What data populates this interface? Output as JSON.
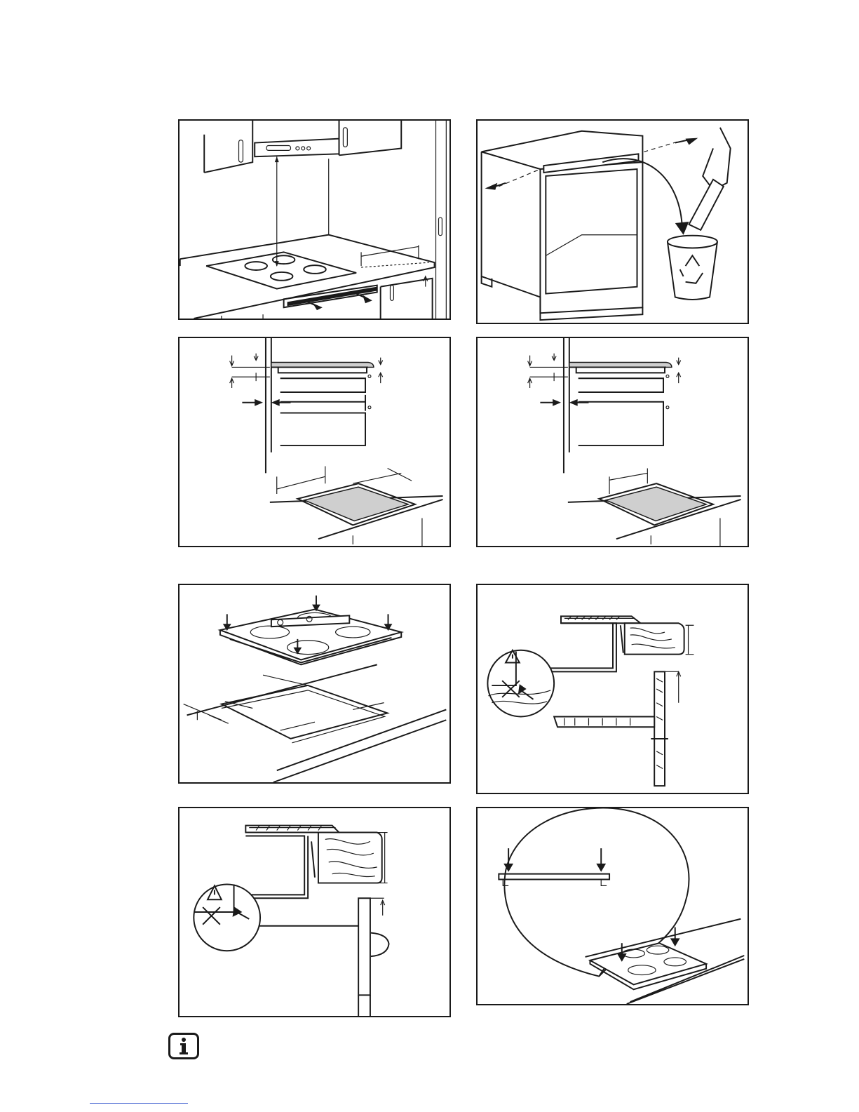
{
  "page": {
    "info_icon": "info-icon",
    "figures": [
      {
        "id": "p1",
        "icon": "hob-under-hood-clearance"
      },
      {
        "id": "p2",
        "icon": "remove-cabinet-crossbar"
      },
      {
        "id": "p3",
        "icon": "cutout-dimensions-drawers"
      },
      {
        "id": "p4",
        "icon": "cutout-dimensions-oven"
      },
      {
        "id": "p5",
        "icon": "seal-and-level-hob"
      },
      {
        "id": "p6",
        "icon": "clearance-under-worktop-warning"
      },
      {
        "id": "p7",
        "icon": "clearance-drawer-warning"
      },
      {
        "id": "p8",
        "icon": "press-hob-into-place"
      }
    ]
  }
}
